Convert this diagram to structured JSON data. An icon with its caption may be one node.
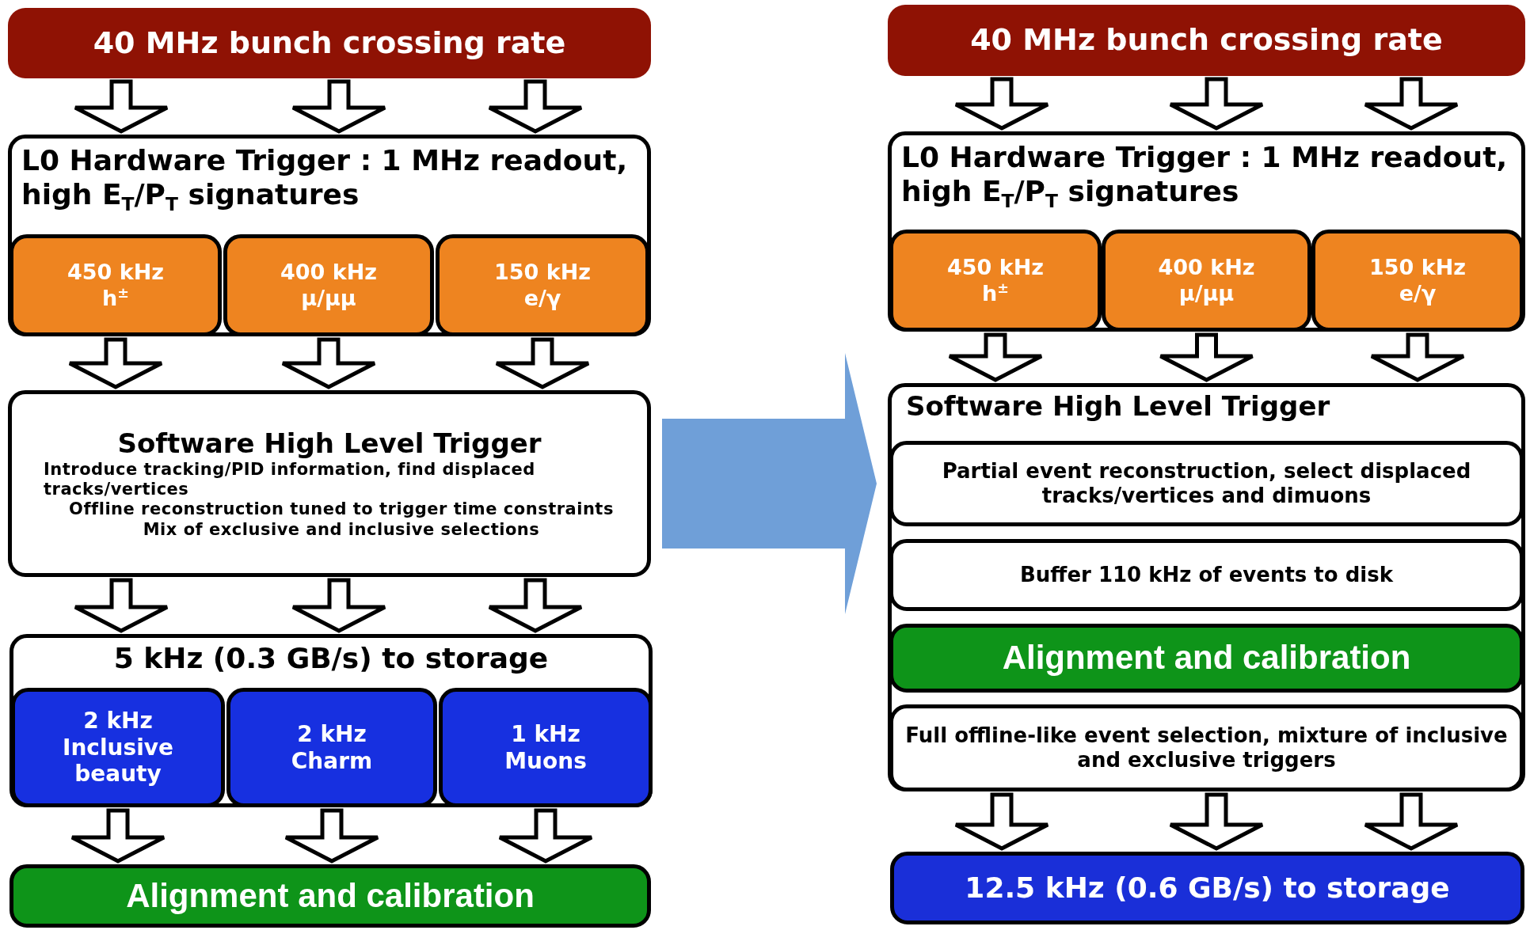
{
  "diagram": {
    "nodes": [
      {
        "text": [
          "40 MHz bunch crossing rate"
        ]
      },
      {
        "text": [
          "L0 Hardware Trigger : 1 MHz readout, high E$_{T}$/P$_{T}$ signatures"
        ]
      },
      {
        "text": [
          "450 kHz",
          "h$^{±}$"
        ],
        "in": 1
      },
      {
        "text": [
          "400 kHz",
          "μ/μμ"
        ],
        "in": 1
      },
      {
        "text": [
          "150 kHz",
          "e/γ"
        ],
        "in": 1
      },
      {
        "text": [
          "Software High Level Trigger",
          "Introduce tracking/PID information, find displaced tracks/vertices",
          "Offline reconstruction tuned to trigger time constraints",
          "Mix of exclusive and inclusive selections"
        ]
      },
      {
        "text": [
          "5 kHz (0.3 GB/s) to storage"
        ]
      },
      {
        "text": [
          "2 kHz",
          "Inclusive beauty"
        ],
        "in": 6
      },
      {
        "text": [
          "2 kHz",
          "Charm"
        ],
        "in": 6
      },
      {
        "text": [
          "1 kHz",
          "Muons"
        ],
        "in": 6
      },
      {
        "text": [
          "Alignment and calibration"
        ]
      },
      {
        "text": [
          "40 MHz bunch crossing rate"
        ]
      },
      {
        "text": [
          "L0 Hardware Trigger : 1 MHz readout, high E$_{T}$/P$_{T}$ signatures"
        ]
      },
      {
        "text": [
          "450 kHz",
          "h$^{±}$"
        ],
        "in": 12
      },
      {
        "text": [
          "400 kHz",
          "μ/μμ"
        ],
        "in": 12
      },
      {
        "text": [
          "150 kHz",
          "e/γ"
        ],
        "in": 12
      },
      {
        "text": [
          "Software High Level Trigger"
        ]
      },
      {
        "text": [
          "Partial event reconstruction, select displaced tracks/vertices and dimuons"
        ],
        "in": 16
      },
      {
        "text": [
          "Buffer 110 kHz of events to disk"
        ],
        "in": 16
      },
      {
        "text": [
          "Alignment and calibration"
        ],
        "in": 16
      },
      {
        "text": [
          "Full offline-like event selection, mixture of inclusive and exclusive triggers"
        ],
        "in": 16
      },
      {
        "text": [
          "12.5 kHz (0.6 GB/s) to storage"
        ]
      }
    ],
    "edges": [
      {
        "from": 0,
        "to": 1,
        "arrow": "to"
      },
      {
        "from": 0,
        "to": 1,
        "arrow": "to"
      },
      {
        "from": 0,
        "to": 1,
        "arrow": "to"
      },
      {
        "from": 2,
        "to": 5,
        "arrow": "to"
      },
      {
        "from": 3,
        "to": 5,
        "arrow": "to"
      },
      {
        "from": 4,
        "to": 5,
        "arrow": "to"
      },
      {
        "from": 5,
        "to": 6,
        "arrow": "to"
      },
      {
        "from": 5,
        "to": 6,
        "arrow": "to"
      },
      {
        "from": 5,
        "to": 6,
        "arrow": "to"
      },
      {
        "from": 7,
        "to": 10,
        "arrow": "to"
      },
      {
        "from": 8,
        "to": 10,
        "arrow": "to"
      },
      {
        "from": 9,
        "to": 10,
        "arrow": "to"
      },
      {
        "from": 5,
        "to": 16,
        "arrow": "to",
        "style": "thick",
        "color": "#6f9fd8"
      },
      {
        "from": 11,
        "to": 12,
        "arrow": "to"
      },
      {
        "from": 11,
        "to": 12,
        "arrow": "to"
      },
      {
        "from": 11,
        "to": 12,
        "arrow": "to"
      },
      {
        "from": 13,
        "to": 16,
        "arrow": "to"
      },
      {
        "from": 14,
        "to": 16,
        "arrow": "to"
      },
      {
        "from": 15,
        "to": 16,
        "arrow": "to"
      },
      {
        "from": 16,
        "to": 21,
        "arrow": "to"
      },
      {
        "from": 16,
        "to": 21,
        "arrow": "to"
      },
      {
        "from": 16,
        "to": 21,
        "arrow": "to"
      }
    ]
  }
}
